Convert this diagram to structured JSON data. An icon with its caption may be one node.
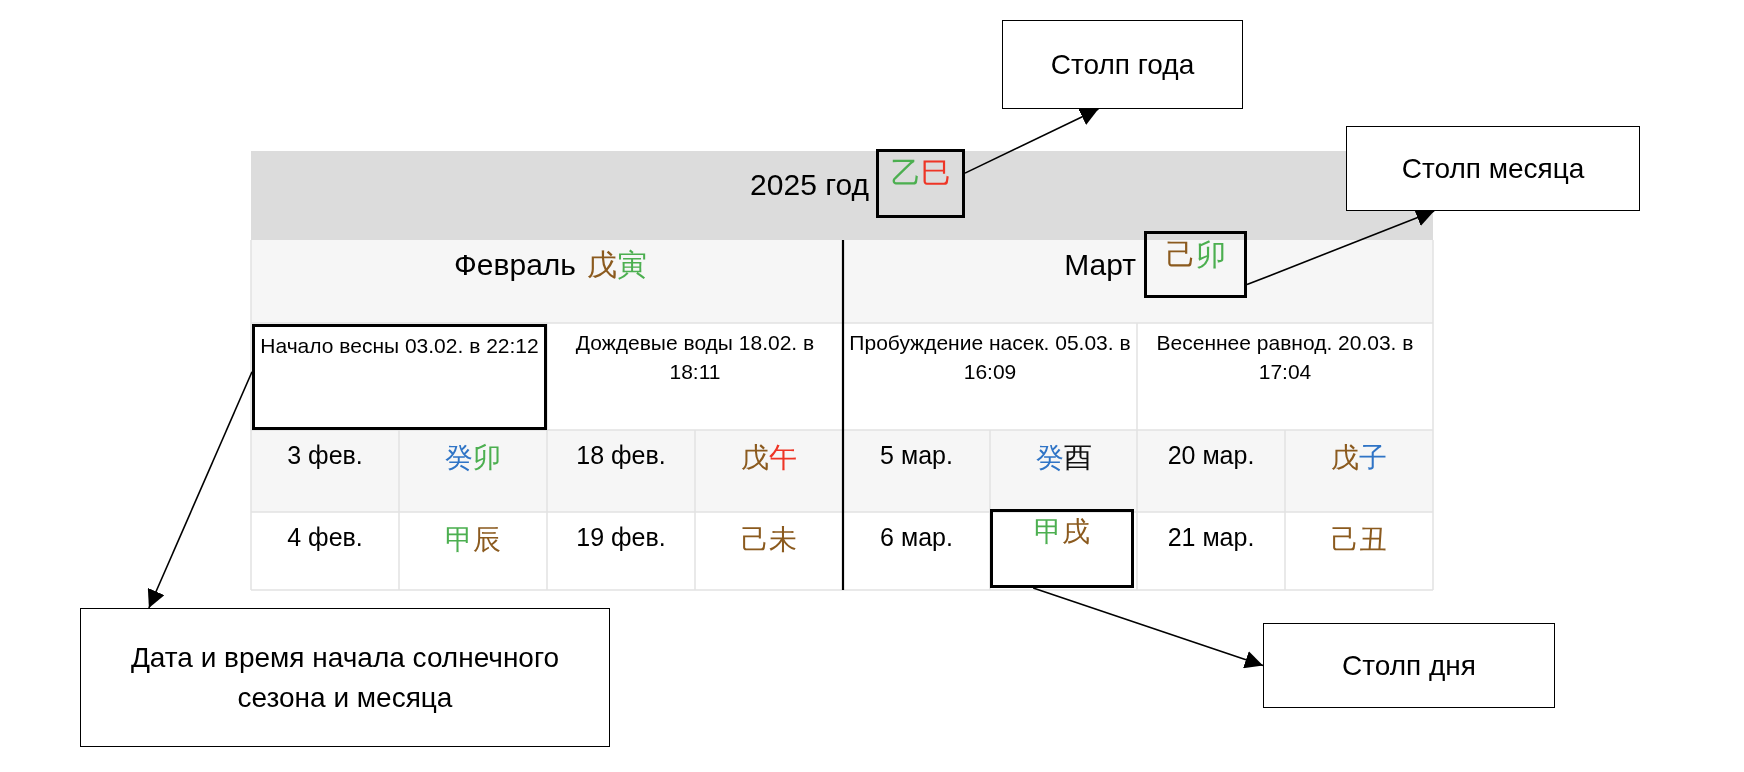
{
  "diagram": {
    "nodes": [
      {
        "text": [
          "Столп года"
        ]
      },
      {
        "text": [
          "Столп месяца"
        ]
      },
      {
        "text": [
          "乙巳"
        ]
      },
      {
        "text": [
          "己卯"
        ]
      },
      {
        "text": [
          "Начало весны 03.02. в 22:12"
        ]
      },
      {
        "text": [
          "甲戌"
        ]
      },
      {
        "text": [
          "Дата и время начала солнечного сезона и месяца"
        ]
      },
      {
        "text": [
          "Столп дня"
        ]
      }
    ],
    "edges": [
      {
        "from": 2,
        "to": 0,
        "arrow": "to"
      },
      {
        "from": 3,
        "to": 1,
        "arrow": "to"
      },
      {
        "from": 4,
        "to": 6,
        "arrow": "to"
      },
      {
        "from": 5,
        "to": 7,
        "arrow": "to"
      }
    ],
    "labels": [
      "2025 год",
      "Февраль",
      "戊寅",
      "Март",
      "Дождевые воды 18.02. в 18:11",
      "Пробуждение насек. 05.03. в 16:09",
      "Весеннее равнод. 20.03. в 17:04",
      "3 фев.",
      "癸卯",
      "18 фев.",
      "戊午",
      "5 мар.",
      "癸酉",
      "20 мар.",
      "戊子",
      "4 фев.",
      "甲辰",
      "19 фев.",
      "己未",
      "6 мар.",
      "21 мар.",
      "己丑"
    ]
  }
}
